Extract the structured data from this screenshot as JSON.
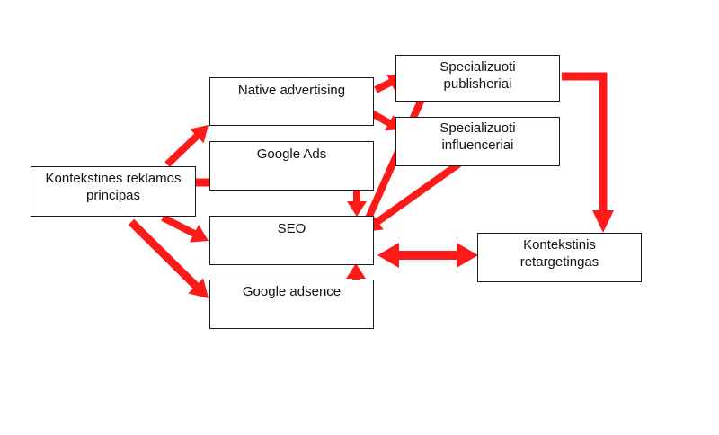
{
  "diagram": {
    "arrow_color": "#ff1a1a",
    "nodes": {
      "principas": {
        "lines": [
          "Kontekstinės reklamos",
          "principas"
        ]
      },
      "native": {
        "lines": [
          "Native advertising"
        ]
      },
      "ads": {
        "lines": [
          "Google Ads"
        ]
      },
      "seo": {
        "lines": [
          "SEO"
        ]
      },
      "adsence": {
        "lines": [
          "Google adsence"
        ]
      },
      "publisheriai": {
        "lines": [
          "Specializuoti",
          "publisheriai"
        ]
      },
      "influenceriai": {
        "lines": [
          "Specializuoti",
          "influenceriai"
        ]
      },
      "retargetingas": {
        "lines": [
          "Kontekstinis",
          "retargetingas"
        ]
      }
    }
  }
}
